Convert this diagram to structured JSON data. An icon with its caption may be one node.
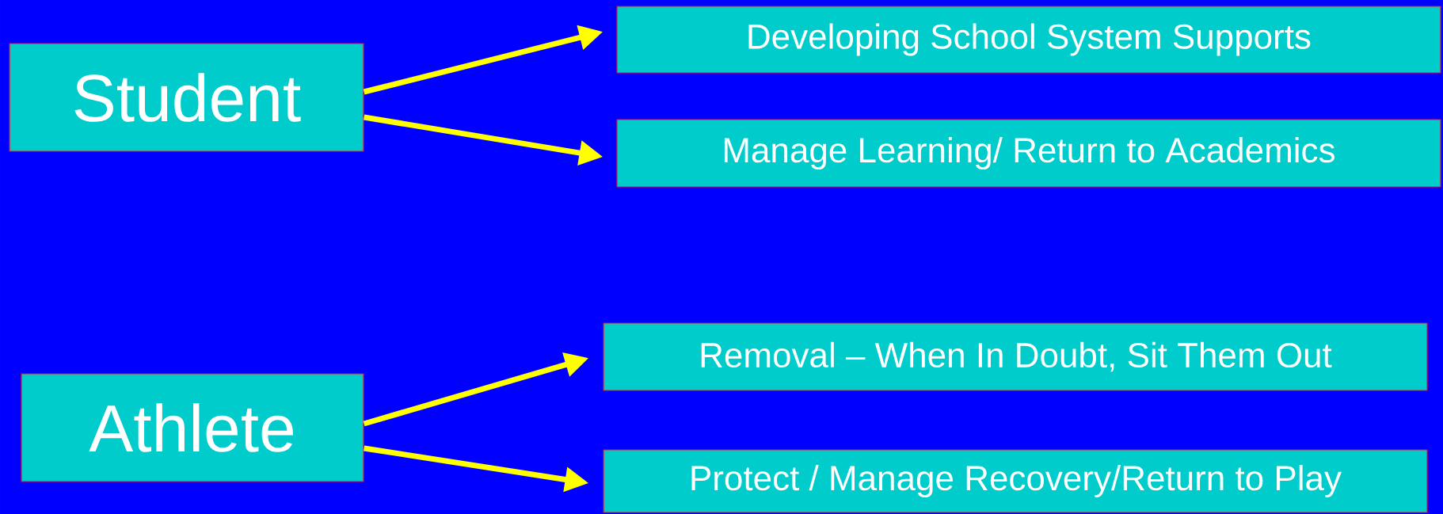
{
  "diagram": {
    "nodes": [
      {
        "text": [
          "Student"
        ]
      },
      {
        "text": [
          "Developing School System Supports"
        ]
      },
      {
        "text": [
          "Manage Learning/ Return to Academics"
        ]
      },
      {
        "text": [
          "Athlete"
        ]
      },
      {
        "text": [
          "Removal – When In Doubt, Sit Them Out"
        ]
      },
      {
        "text": [
          "Protect / Manage Recovery/Return to Play"
        ]
      }
    ],
    "edges": [
      {
        "from": 0,
        "to": 1,
        "arrow": "to"
      },
      {
        "from": 0,
        "to": 2,
        "arrow": "to"
      },
      {
        "from": 3,
        "to": 4,
        "arrow": "to"
      },
      {
        "from": 3,
        "to": 5,
        "arrow": "to"
      }
    ]
  }
}
